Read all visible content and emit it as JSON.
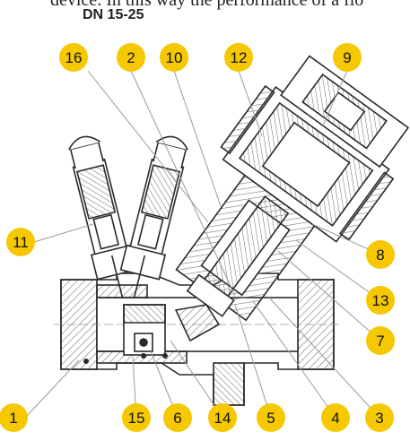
{
  "header": {
    "cut_text": "device. In this way the performance of a flo",
    "subtitle": "DN 15-25"
  },
  "callouts": [
    "16",
    "2",
    "10",
    "12",
    "9",
    "11",
    "8",
    "13",
    "7",
    "1",
    "15",
    "6",
    "14",
    "5",
    "4",
    "3"
  ],
  "colors": {
    "marker_fill": "#f5c800",
    "line": "#2a2a2a",
    "hatch": "#7a7a7a",
    "leader": "#9a9a9a"
  }
}
